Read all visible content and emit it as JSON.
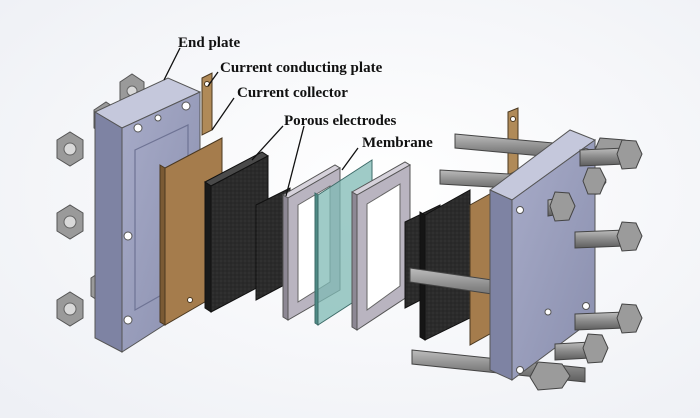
{
  "labels": {
    "end_plate": "End plate",
    "current_conducting_plate": "Current conducting plate",
    "current_collector": "Current collector",
    "porous_electrodes": "Porous electrodes",
    "membrane": "Membrane"
  },
  "colors": {
    "end_plate": "#9a9fbe",
    "copper_plate": "#a0784a",
    "carbon_felt": "#2a2a2a",
    "gasket": "#b7b2bd",
    "membrane": "#7fb9b4",
    "bolt": "#8c8c8c"
  }
}
